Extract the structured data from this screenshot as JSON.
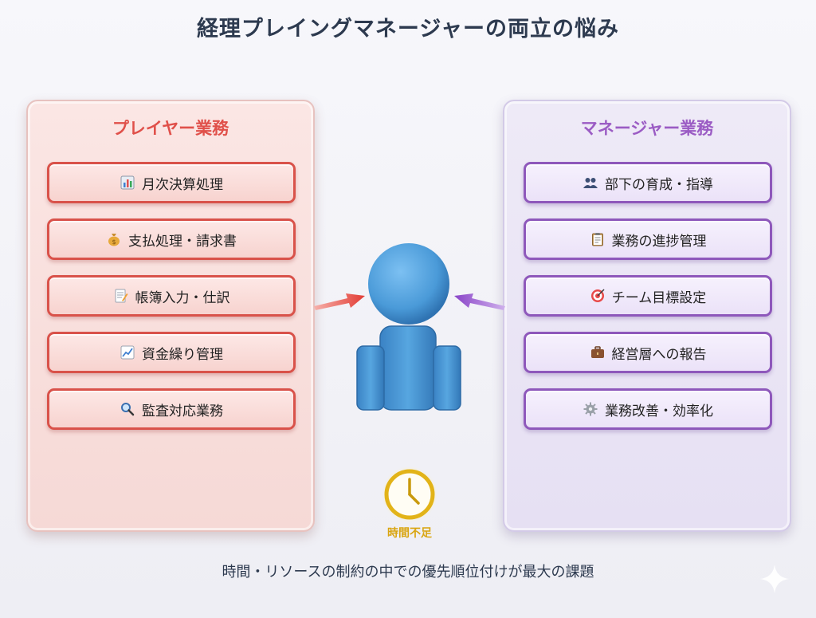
{
  "title": "経理プレイングマネージャーの両立の悩み",
  "player": {
    "heading": "プレイヤー業務",
    "color": "#e0504a",
    "tasks": [
      {
        "icon": "bar-chart-icon",
        "label": "月次決算処理"
      },
      {
        "icon": "money-bag-icon",
        "label": "支払処理・請求書"
      },
      {
        "icon": "memo-icon",
        "label": "帳簿入力・仕訳"
      },
      {
        "icon": "trend-chart-icon",
        "label": "資金繰り管理"
      },
      {
        "icon": "magnifier-icon",
        "label": "監査対応業務"
      }
    ]
  },
  "manager": {
    "heading": "マネージャー業務",
    "color": "#9b5cc4",
    "tasks": [
      {
        "icon": "people-icon",
        "label": "部下の育成・指導"
      },
      {
        "icon": "clipboard-icon",
        "label": "業務の進捗管理"
      },
      {
        "icon": "target-icon",
        "label": "チーム目標設定"
      },
      {
        "icon": "briefcase-icon",
        "label": "経営層への報告"
      },
      {
        "icon": "gear-icon",
        "label": "業務改善・効率化"
      }
    ]
  },
  "center": {
    "figure": "person-icon",
    "figure_color": "#4a9ad8",
    "clock_label": "時間不足",
    "clock_color": "#e2b318"
  },
  "footer": "時間・リソースの制約の中での優先順位付けが最大の課題"
}
